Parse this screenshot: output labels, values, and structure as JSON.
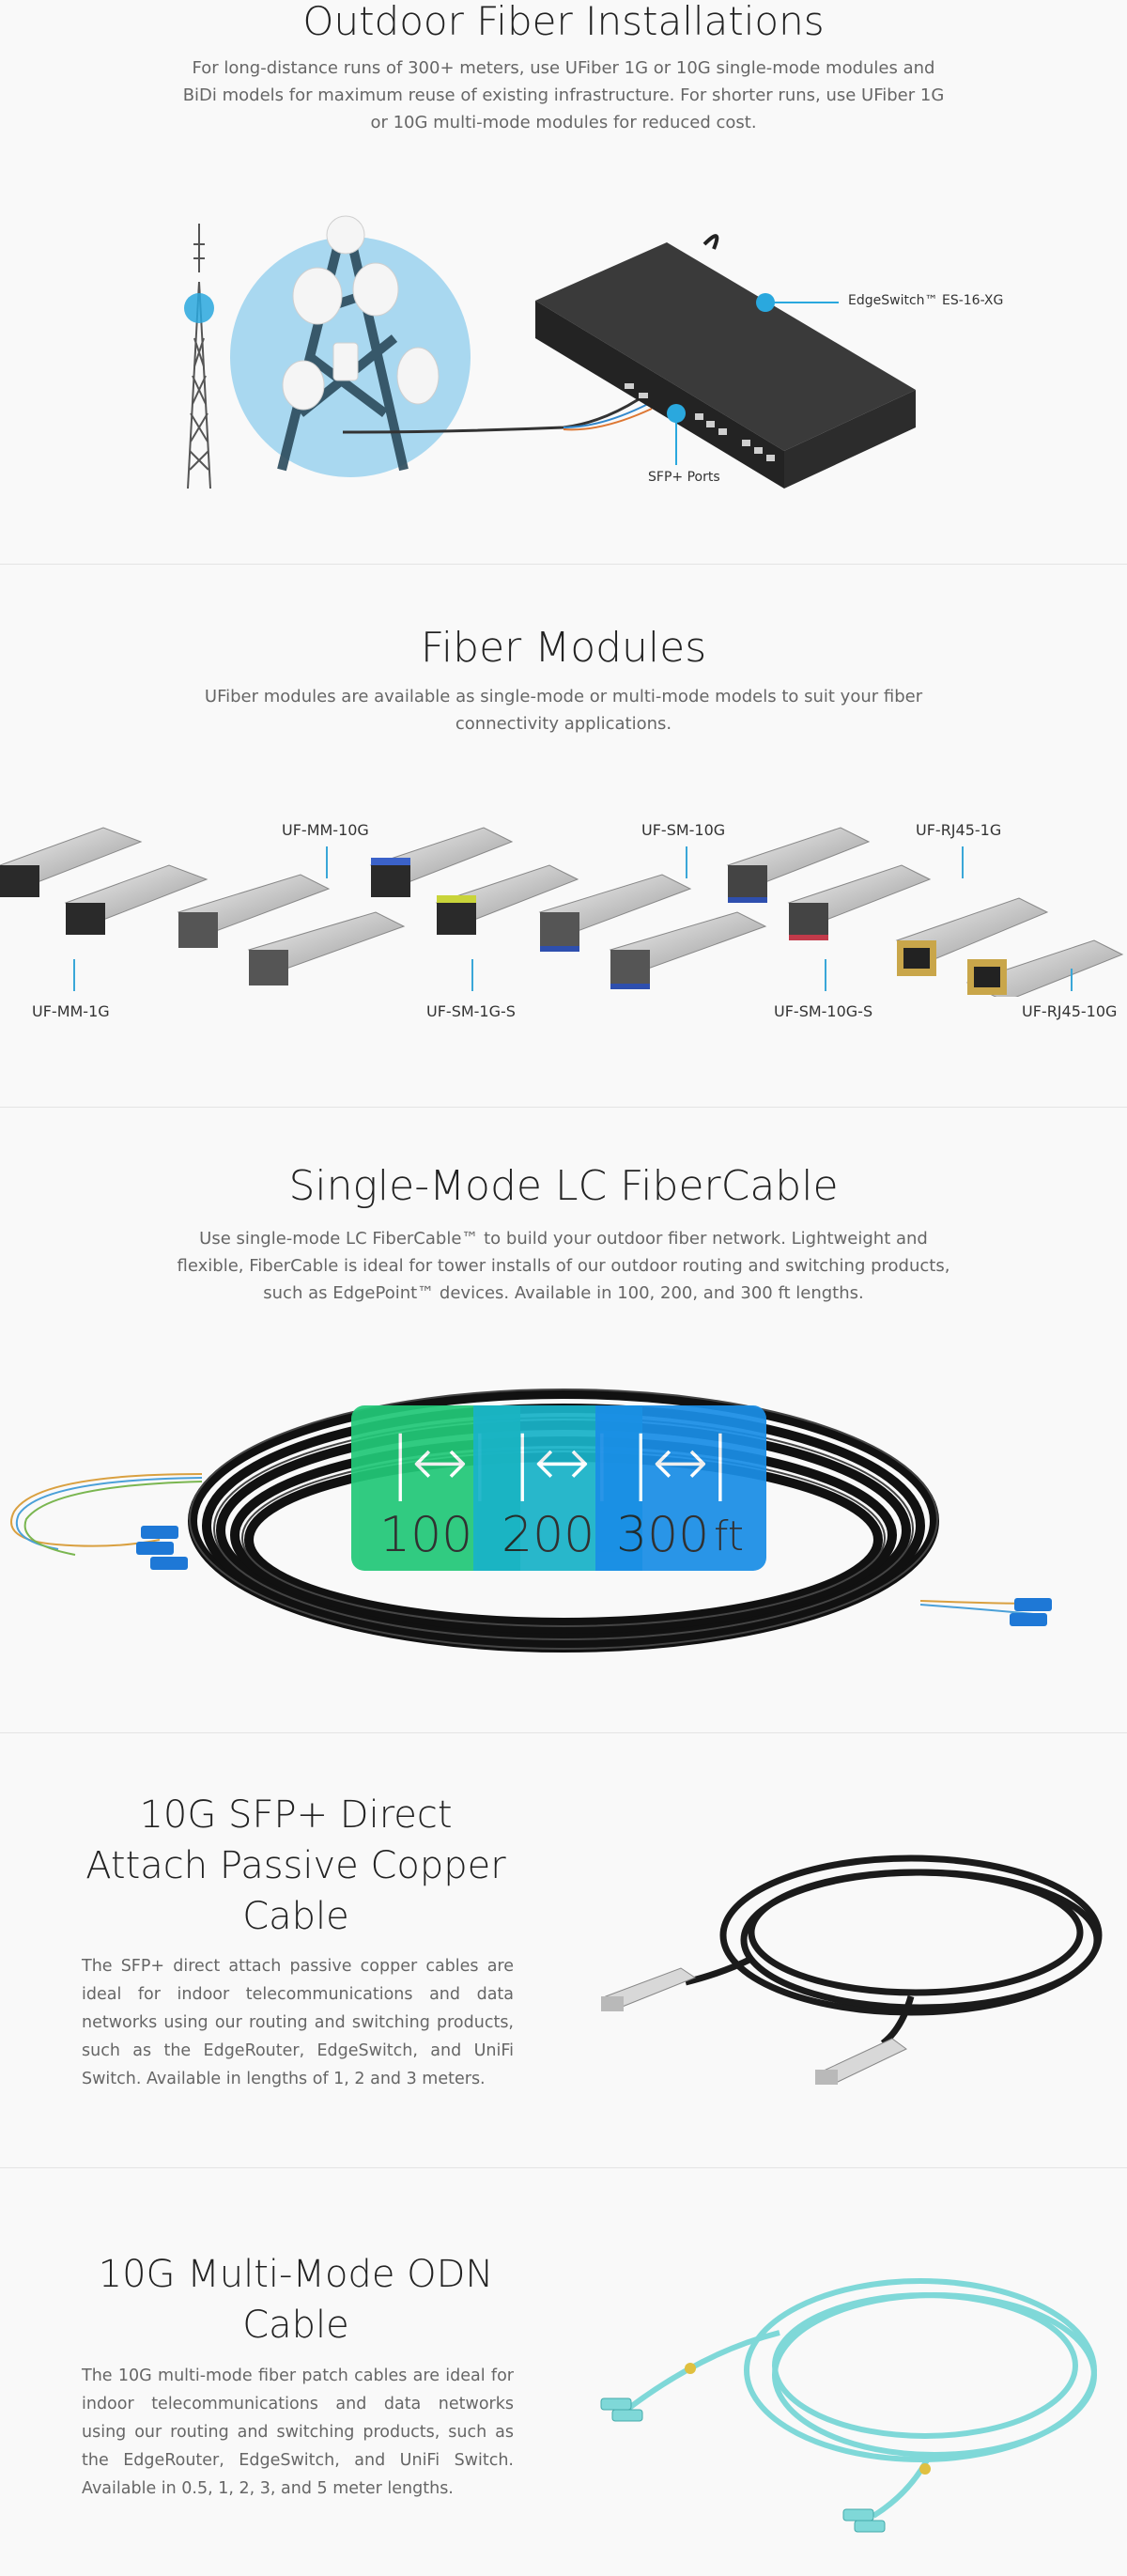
{
  "outdoor": {
    "title": "Outdoor Fiber Installations",
    "description": "For long-distance runs of 300+ meters, use UFiber 1G or 10G single-mode modules and BiDi models for maximum reuse of existing infrastructure. For shorter runs, use UFiber 1G or 10G multi-mode modules for reduced cost.",
    "callout_switch": "EdgeSwitch™ ES-16-XG",
    "callout_ports": "SFP+ Ports"
  },
  "modules": {
    "title": "Fiber Modules",
    "description": "UFiber modules are available as single-mode or multi-mode models to suit your fiber connectivity applications.",
    "labels": {
      "mm_1g": "UF-MM-1G",
      "mm_10g": "UF-MM-10G",
      "sm_1g_s": "UF-SM-1G-S",
      "sm_10g": "UF-SM-10G",
      "sm_10g_s": "UF-SM-10G-S",
      "rj45_1g": "UF-RJ45-1G",
      "rj45_10g": "UF-RJ45-10G"
    }
  },
  "fibercable": {
    "title": "Single-Mode LC FiberCable",
    "description": "Use single-mode LC FiberCable™ to build your outdoor fiber network. Lightweight and flexible, FiberCable is ideal for tower installs of our outdoor routing and switching products, such as EdgePoint™ devices. Available in 100, 200, and 300 ft lengths.",
    "lengths": [
      "100",
      "200",
      "300"
    ],
    "unit": "ft",
    "colors": {
      "tile1": "#22c878",
      "tile2": "#19b3c8",
      "tile3": "#1a8ee6"
    }
  },
  "copper": {
    "title": "10G SFP+ Direct Attach Passive Copper Cable",
    "description": "The SFP+ direct attach passive copper cables are ideal for indoor telecommunications and data networks using our routing and switching products, such as the EdgeRouter, EdgeSwitch, and UniFi Switch. Available in lengths of 1, 2 and 3 meters."
  },
  "odn": {
    "title": "10G Multi-Mode ODN Cable",
    "description": "The 10G multi-mode fiber patch cables are ideal for indoor telecommunications and data networks using our routing and switching products, such as the EdgeRouter, EdgeSwitch, and UniFi Switch. Available in 0.5, 1, 2, 3, and 5 meter lengths."
  },
  "accent": "#2aa8de"
}
